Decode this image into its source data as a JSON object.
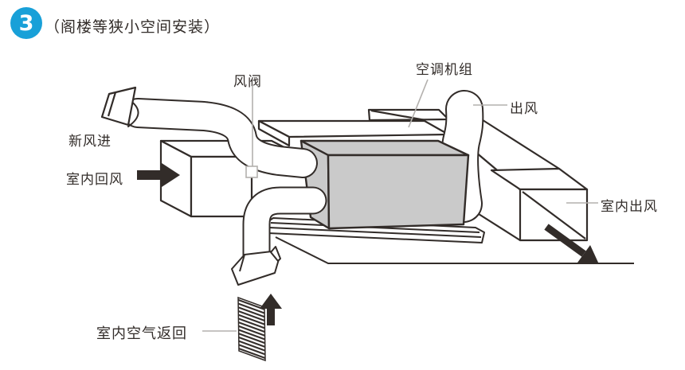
{
  "header": {
    "badge": "3",
    "title": "（阁楼等狭小空间安装）"
  },
  "labels": {
    "damper": "风阀",
    "ac_unit": "空调机组",
    "air_outlet": "出风",
    "fresh_air_in": "新风进",
    "indoor_return_air": "室内回风",
    "indoor_air_outlet": "室内出风",
    "indoor_air_return": "室内空气返回"
  },
  "colors": {
    "badge_blue": "#18a0d8",
    "line_dark": "#322c29",
    "leader_gray": "#b3b0ad",
    "unit_gray": "#cacaca",
    "background": "#ffffff"
  }
}
